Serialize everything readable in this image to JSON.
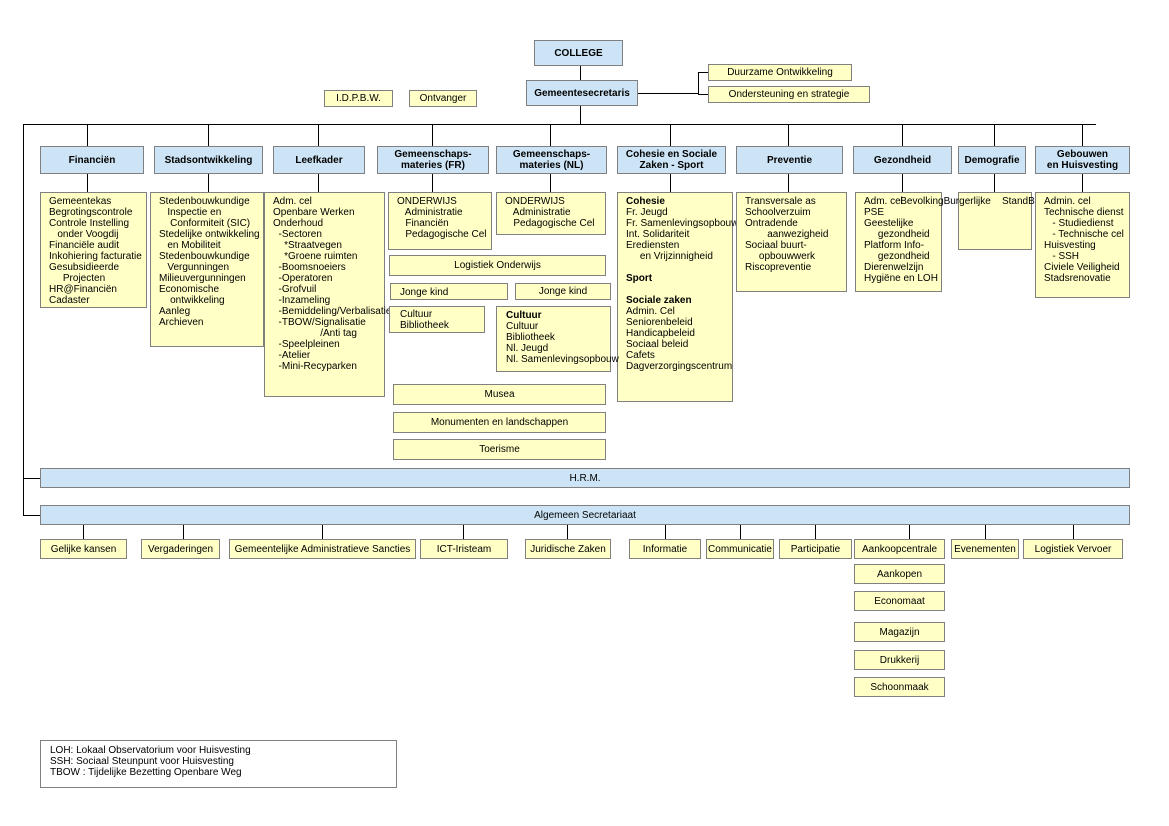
{
  "college": "COLLEGE",
  "secretaris": "Gemeentesecretaris",
  "side_left": [
    "I.D.P.B.W.",
    "Ontvanger"
  ],
  "side_right": [
    "Duurzame Ontwikkeling",
    "Ondersteuning en strategie"
  ],
  "departments": [
    {
      "name": "Financiën",
      "items": [
        "Gemeentekas",
        "Begrotingscontrole",
        "Controle Instelling",
        "   onder Voogdij",
        "Financiële audit",
        "Inkohiering facturatie",
        "Gesubsidieerde",
        "     Projecten",
        "HR@Financiën",
        "Cadaster"
      ]
    },
    {
      "name": "Stadsontwikkeling",
      "items": [
        "Stedenbouwkundige",
        "   Inspectie en",
        "    Conformiteit (SIC)",
        "Stedelijke ontwikkeling",
        "   en Mobiliteit",
        "Stedenbouwkundige",
        "   Vergunningen",
        "Milieuvergunningen",
        "Economische",
        "    ontwikkeling",
        "Aanleg",
        "Archieven"
      ]
    },
    {
      "name": "Leefkader",
      "items": [
        "Adm. cel",
        "Openbare Werken",
        "Onderhoud",
        "  -Sectoren",
        "    *Straatvegen",
        "    *Groene ruimten",
        "  -Boomsnoeiers",
        "  -Operatoren",
        "  -Grofvuil",
        "  -Inzameling",
        "  -Bemiddeling/Verbalisatie",
        "  -TBOW/Signalisatie",
        "                 /Anti tag",
        "  -Speelpleinen",
        "  -Atelier",
        "  -Mini-Recyparken"
      ]
    },
    {
      "name": "Gemeenschaps-\nmateries (FR)",
      "items": [
        "ONDERWIJS",
        "   Administratie",
        "   Financiën",
        "   Pedagogische Cel"
      ]
    },
    {
      "name": "Gemeenschaps-\nmateries (NL)",
      "items": [
        "ONDERWIJS",
        "   Administratie",
        "   Pedagogische Cel"
      ]
    },
    {
      "name": "Cohesie en Sociale\nZaken - Sport",
      "groups": [
        {
          "head": "Cohesie",
          "items": [
            "Fr. Jeugd",
            "Fr. Samenlevingsopbouw",
            "Int. Solidariteit",
            "Erediensten",
            "     en Vrijzinnigheid"
          ]
        },
        {
          "head": "Sport",
          "items": []
        },
        {
          "head": "Sociale zaken",
          "items": [
            "Admin. Cel",
            "Seniorenbeleid",
            "Handicapbeleid",
            "Sociaal beleid",
            "Cafets",
            "Dagverzorgingscentrum"
          ]
        }
      ]
    },
    {
      "name": "Preventie",
      "items": [
        "Transversale as",
        "Schoolverzuim",
        "Ontradende",
        "        aanwezigheid",
        "Sociaal buurt-",
        "     opbouwwerk",
        "Riscopreventie"
      ]
    },
    {
      "name": "Gezondheid",
      "items": [
        "Adm. cel",
        "PSE",
        "Geestelijke",
        "     gezondheid",
        "Platform Info-",
        "     gezondheid",
        "Dierenwelzijn",
        "Hygiëne en LOH"
      ]
    },
    {
      "name": "Demografie",
      "items": [
        "Bevolking",
        "Burgerlijke",
        "    Stand",
        "Begraafplaats"
      ]
    },
    {
      "name": "Gebouwen\nen Huisvesting",
      "items": [
        "Admin. cel",
        "Technische dienst",
        "   - Studiedienst",
        "   - Technische cel",
        "Huisvesting",
        "   - SSH",
        "Civiele Veiligheid",
        "Stadsrenovatie"
      ]
    }
  ],
  "community": {
    "logistiek": "Logistiek Onderwijs",
    "jonge_kind_fr": "Jonge kind",
    "jonge_kind_nl": "Jonge kind",
    "cultuur_fr": [
      "Cultuur",
      "Bibliotheek"
    ],
    "cultuur_nl_head": "Cultuur",
    "cultuur_nl": [
      "Cultuur",
      "Bibliotheek",
      "Nl. Jeugd",
      "Nl. Samenlevingsopbouw"
    ],
    "musea": "Musea",
    "monumenten": "Monumenten en landschappen",
    "toerisme": "Toerisme"
  },
  "hrm": "H.R.M.",
  "algemeen": "Algemeen Secretariaat",
  "bottom": [
    "Gelijke kansen",
    "Vergaderingen",
    "Gemeentelijke Administratieve Sancties",
    "ICT-Iristeam",
    "Juridische Zaken",
    "Informatie",
    "Communicatie",
    "Participatie",
    "Aankoopcentrale",
    "Evenementen",
    "Logistiek Vervoer"
  ],
  "aankoop_sub": [
    "Aankopen",
    "Economaat",
    "Magazijn",
    "Drukkerij",
    "Schoonmaak"
  ],
  "legend": [
    "LOH: Lokaal Observatorium voor Huisvesting",
    "SSH: Sociaal Steunpunt voor Huisvesting",
    "TBOW : Tijdelijke Bezetting Openbare Weg"
  ],
  "colors": {
    "header_fill": "#cce4f5",
    "box_fill": "#ffffc6",
    "border": "#808080",
    "line": "#000000"
  }
}
